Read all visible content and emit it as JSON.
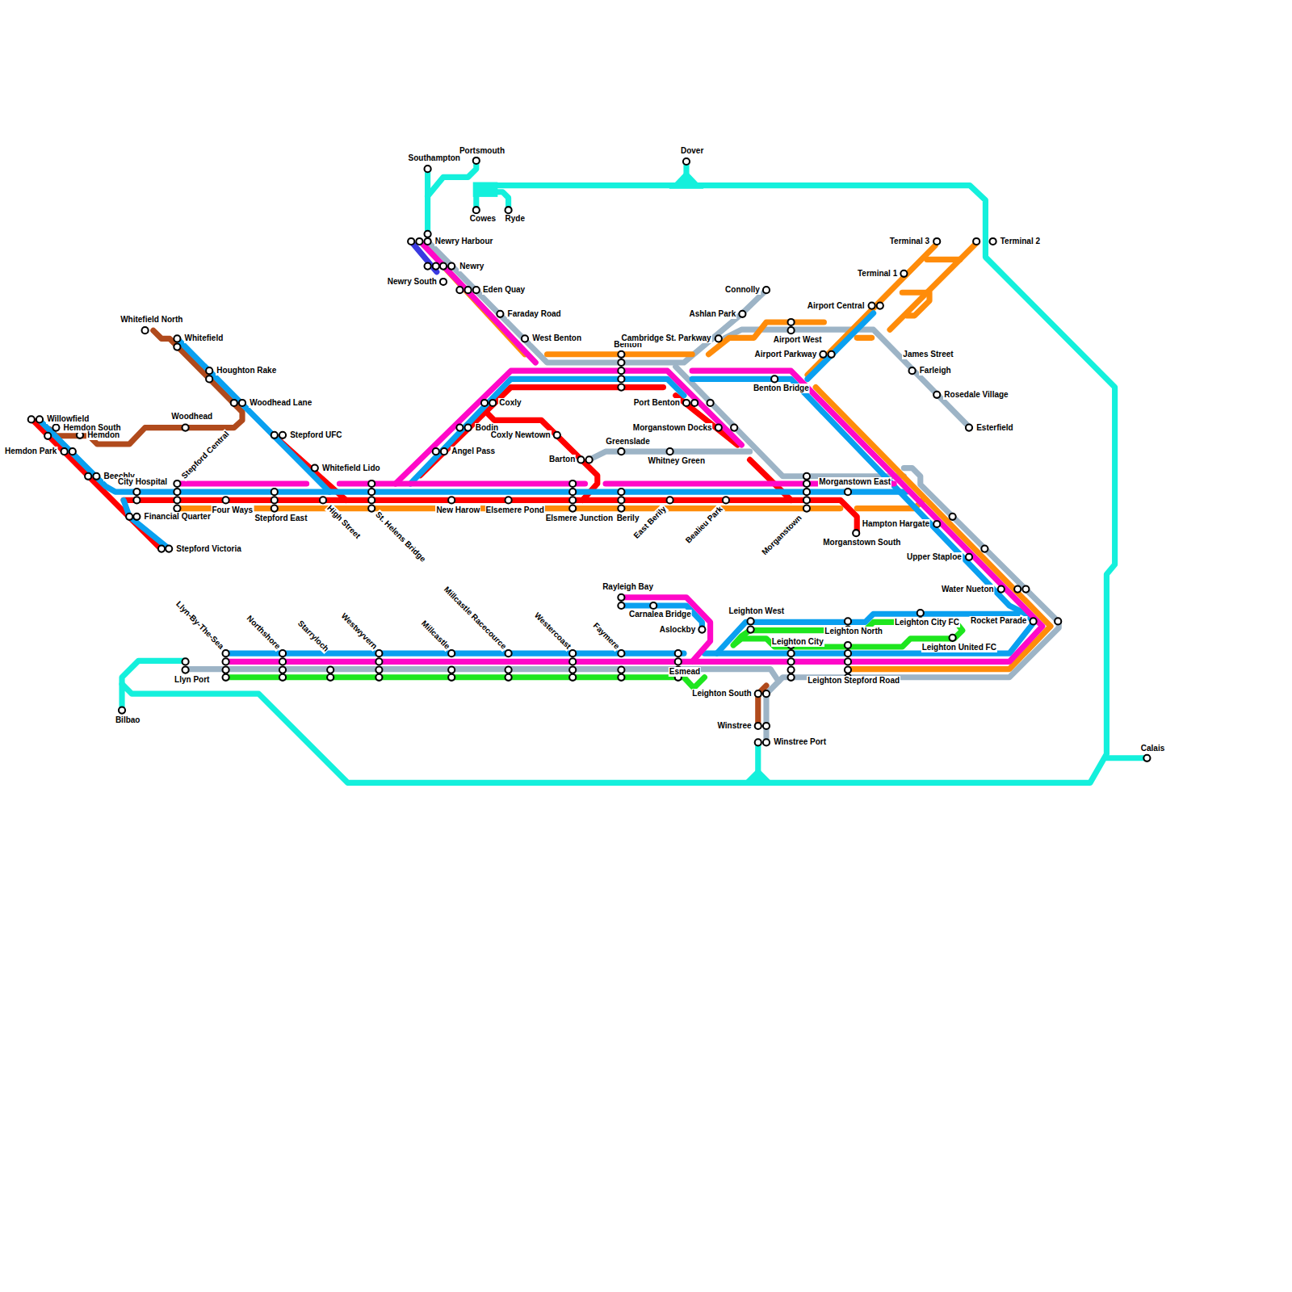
{
  "diagram": {
    "labels": [
      "Southampton",
      "Portsmouth",
      "Dover",
      "Cowes",
      "Ryde",
      "Newry Harbour",
      "Newry",
      "Newry South",
      "Eden Quay",
      "Faraday Road",
      "West Benton",
      "Benton",
      "Cambridge St. Parkway",
      "Connolly",
      "Ashlan Park",
      "Airport West",
      "Airport Parkway",
      "Airport Central",
      "Terminal 1",
      "Terminal 3",
      "Terminal 2",
      "James Street",
      "Farleigh",
      "Rosedale Village",
      "Esterfield",
      "Benton Bridge",
      "Port Benton",
      "Morganstown Docks",
      "Coxly",
      "Bodin",
      "Angel Pass",
      "Coxly Newtown",
      "Greenslade",
      "Whitney Green",
      "Barton",
      "Whitefield North",
      "Whitefield",
      "Houghton Rake",
      "Woodhead Lane",
      "Stepford UFC",
      "Woodhead",
      "Willowfield",
      "Hemdon South",
      "Hemdon",
      "Hemdon Park",
      "Beechly",
      "City Hospital",
      "Stepford Central",
      "Whitefield Lido",
      "Four Ways",
      "Stepford East",
      "Financial Quarter",
      "Stepford Victoria",
      "High Street",
      "St. Helens Bridge",
      "New Harow",
      "Elsemere Pond",
      "Elsmere Junction",
      "Berily",
      "East Berily",
      "Bealieu Park",
      "Morganstown",
      "Morganstown East",
      "Morganstown South",
      "Hampton Hargate",
      "Upper Staploe",
      "Water Nueton",
      "Rocket Parade",
      "Rayleigh Bay",
      "Carnalea Bridge",
      "Aslockby",
      "Leighton West",
      "Leighton City",
      "Leighton North",
      "Leighton City FC",
      "Leighton United FC",
      "Leighton Stepford Road",
      "Leighton South",
      "Winstree",
      "Winstree Port",
      "Esmead",
      "Llyn Port",
      "Bilbao",
      "Calais",
      "Llyn-By-The-Sea",
      "Northshore",
      "Starryloch",
      "Westwyvern",
      "Millcastle",
      "Millcastle Racecource",
      "Westercoast",
      "Faymere"
    ]
  }
}
